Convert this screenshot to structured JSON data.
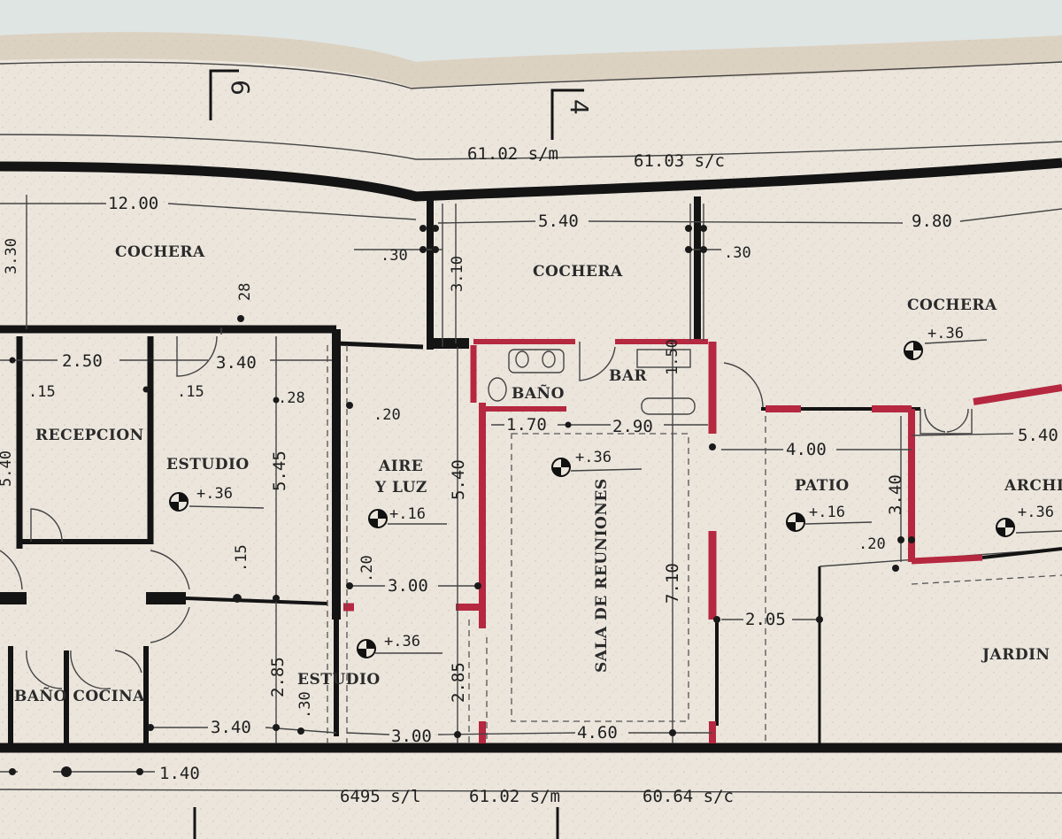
{
  "plan": {
    "section_marks": [
      "6",
      "4"
    ],
    "frontage_top": {
      "sm": "61.02 s/m",
      "sc": "61.03 s/c"
    },
    "frontage_bottom": {
      "sl": "6495 s/l",
      "sm": "61.02 s/m",
      "sc": "60.64 s/c"
    },
    "rooms": {
      "cochera_left": "COCHERA",
      "cochera_center": "COCHERA",
      "cochera_right": "COCHERA",
      "recepcion": "RECEPCION",
      "estudio_1": "ESTUDIO",
      "estudio_2": "ESTUDIO",
      "aire_luz_1": "AIRE",
      "aire_luz_2": "Y LUZ",
      "bano_top": "BAÑO",
      "bar": "BAR",
      "sala": "SALA DE REUNIONES",
      "patio": "PATIO",
      "archivo": "ARCHIV",
      "jardin": "JARDIN",
      "bano_cocina": "BAÑO COCINA"
    },
    "levels": {
      "cochera_right": "+.36",
      "estudio": "+.36",
      "aire_luz": "+.16",
      "sala": "+.36",
      "patio": "+.16",
      "archivo": "+.36",
      "estudio_2": "+.36"
    },
    "dims": {
      "d_12_00": "12.00",
      "d_5_40_top": "5.40",
      "d_9_80": "9.80",
      "d_3_30": "3.30",
      "d_30_left": ".30",
      "d_3_10": "3.10",
      "d_30_right": ".30",
      "d_28_top": "28",
      "d_2_50": "2.50",
      "d_3_40_top": "3.40",
      "d_15_a": ".15",
      "d_15_b": ".15",
      "d_28_mid": ".28",
      "d_20_a": ".20",
      "d_1_50": "1.50",
      "d_1_70": "1.70",
      "d_2_90": "2.90",
      "d_4_00": "4.00",
      "d_5_40_right": "5.40",
      "d_5_45": "5.45",
      "d_5_40_v": "5.40",
      "d_3_40_v": "3.40",
      "d_20_b": ".20",
      "d_15_v": ".15",
      "d_20_c": ".20",
      "d_3_00_mid": "3.00",
      "d_7_10": "7.10",
      "d_2_05": "2.05",
      "d_2_85_a": "2.85",
      "d_2_85_b": "2.85",
      "d_30_bot": ".30",
      "d_3_40_bot": "3.40",
      "d_3_00_bot": "3.00",
      "d_4_60": "4.60",
      "d_1_40": "1.40",
      "d_5_40_left": "5.40"
    }
  }
}
